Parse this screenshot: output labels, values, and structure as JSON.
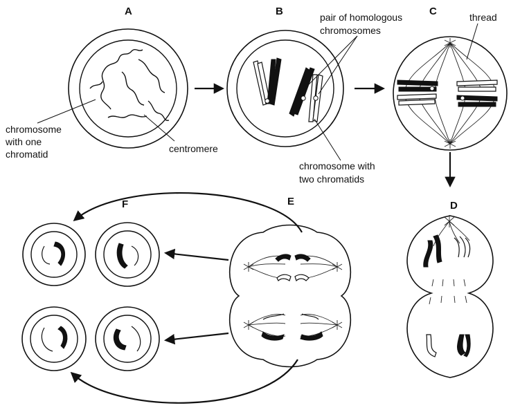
{
  "panels": {
    "A": "A",
    "B": "B",
    "C": "C",
    "D": "D",
    "E": "E",
    "F": "F"
  },
  "labels": {
    "chromosome_one_chromatid": [
      "chromosome",
      "with one",
      "chromatid"
    ],
    "centromere": "centromere",
    "homologous_pair": [
      "pair of homologous",
      "chromosomes"
    ],
    "thread": "thread",
    "chromosome_two_chromatids": [
      "chromosome with",
      "two chromatids"
    ]
  }
}
